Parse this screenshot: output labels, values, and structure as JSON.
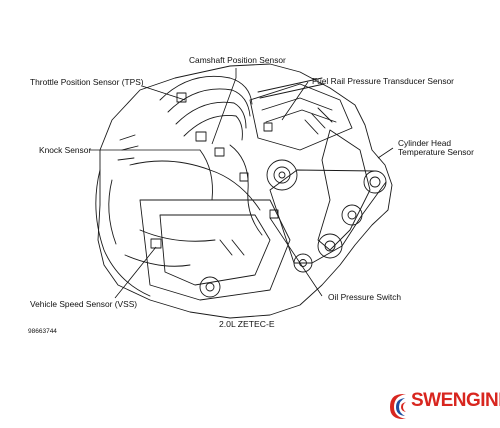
{
  "diagram": {
    "labels": {
      "camshaft": "Camshaft Position Sensor",
      "tps": "Throttle Position Sensor (TPS)",
      "fuel_rail": "Fuel Rail Pressure Transducer Sensor",
      "knock": "Knock Sensor",
      "cyl_head_1": "Cylinder Head",
      "cyl_head_2": "Temperature Sensor",
      "oil_pressure": "Oil Pressure Switch",
      "vss": "Vehicle Speed Sensor (VSS)"
    },
    "engine_caption": "2.0L ZETEC-E",
    "figure_id": "98663744"
  },
  "logo": {
    "text": "SWENGINES",
    "colors": {
      "red": "#d8261f",
      "blue": "#1e4fa0"
    }
  }
}
